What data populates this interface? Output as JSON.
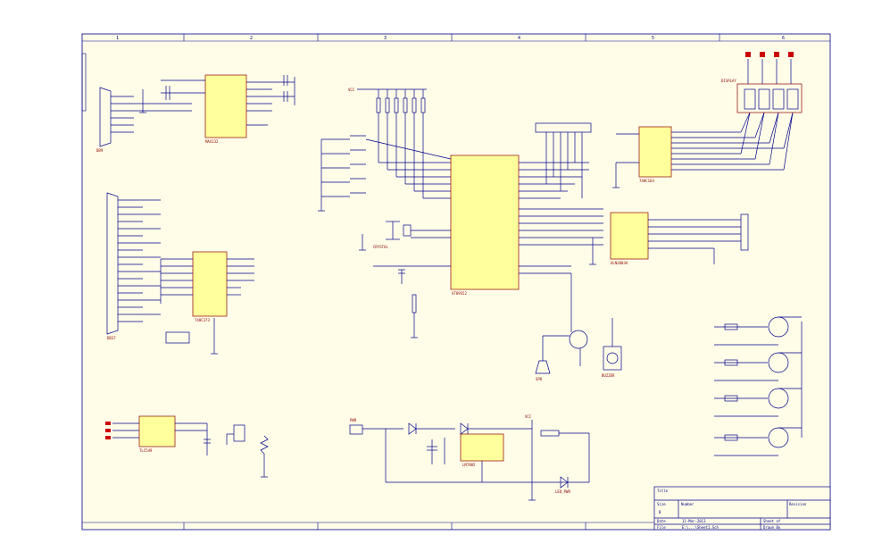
{
  "frame": {
    "column_labels": [
      "1",
      "2",
      "3",
      "4",
      "5",
      "6"
    ],
    "paper_color": "#fffde8",
    "wire_color": "#00008b",
    "part_color": "#8b0000",
    "pin_color": "#cc0000",
    "ic_fill": "#ffff9c"
  },
  "title_block": {
    "title_label": "Title",
    "size_label": "Size",
    "size_value": "B",
    "number_label": "Number",
    "revision_label": "Revision",
    "date_label": "Date",
    "date_value": "11-Mar-2013",
    "sheet_label": "Sheet of",
    "file_label": "File",
    "file_value": "E:\\...\\Sheet1.Sch",
    "drawn_label": "Drawn By"
  },
  "components": {
    "db9": "DB9",
    "max232": "MAX232",
    "db37": "DB37",
    "at89s52": "AT89S52",
    "u74hc164": "74HC164",
    "uln2003": "ULN2003A",
    "u74hc373": "74HC373",
    "tlc549": "TLC549",
    "lm7805": "LM7805",
    "crystal": "CRYSTAL",
    "display": "DISPLAY",
    "buzzer": "BUZZER",
    "speaker": "SPK",
    "vcc": "VCC",
    "gnd": "GND",
    "power_label": "PWR",
    "led_power": "LED_PWR"
  }
}
